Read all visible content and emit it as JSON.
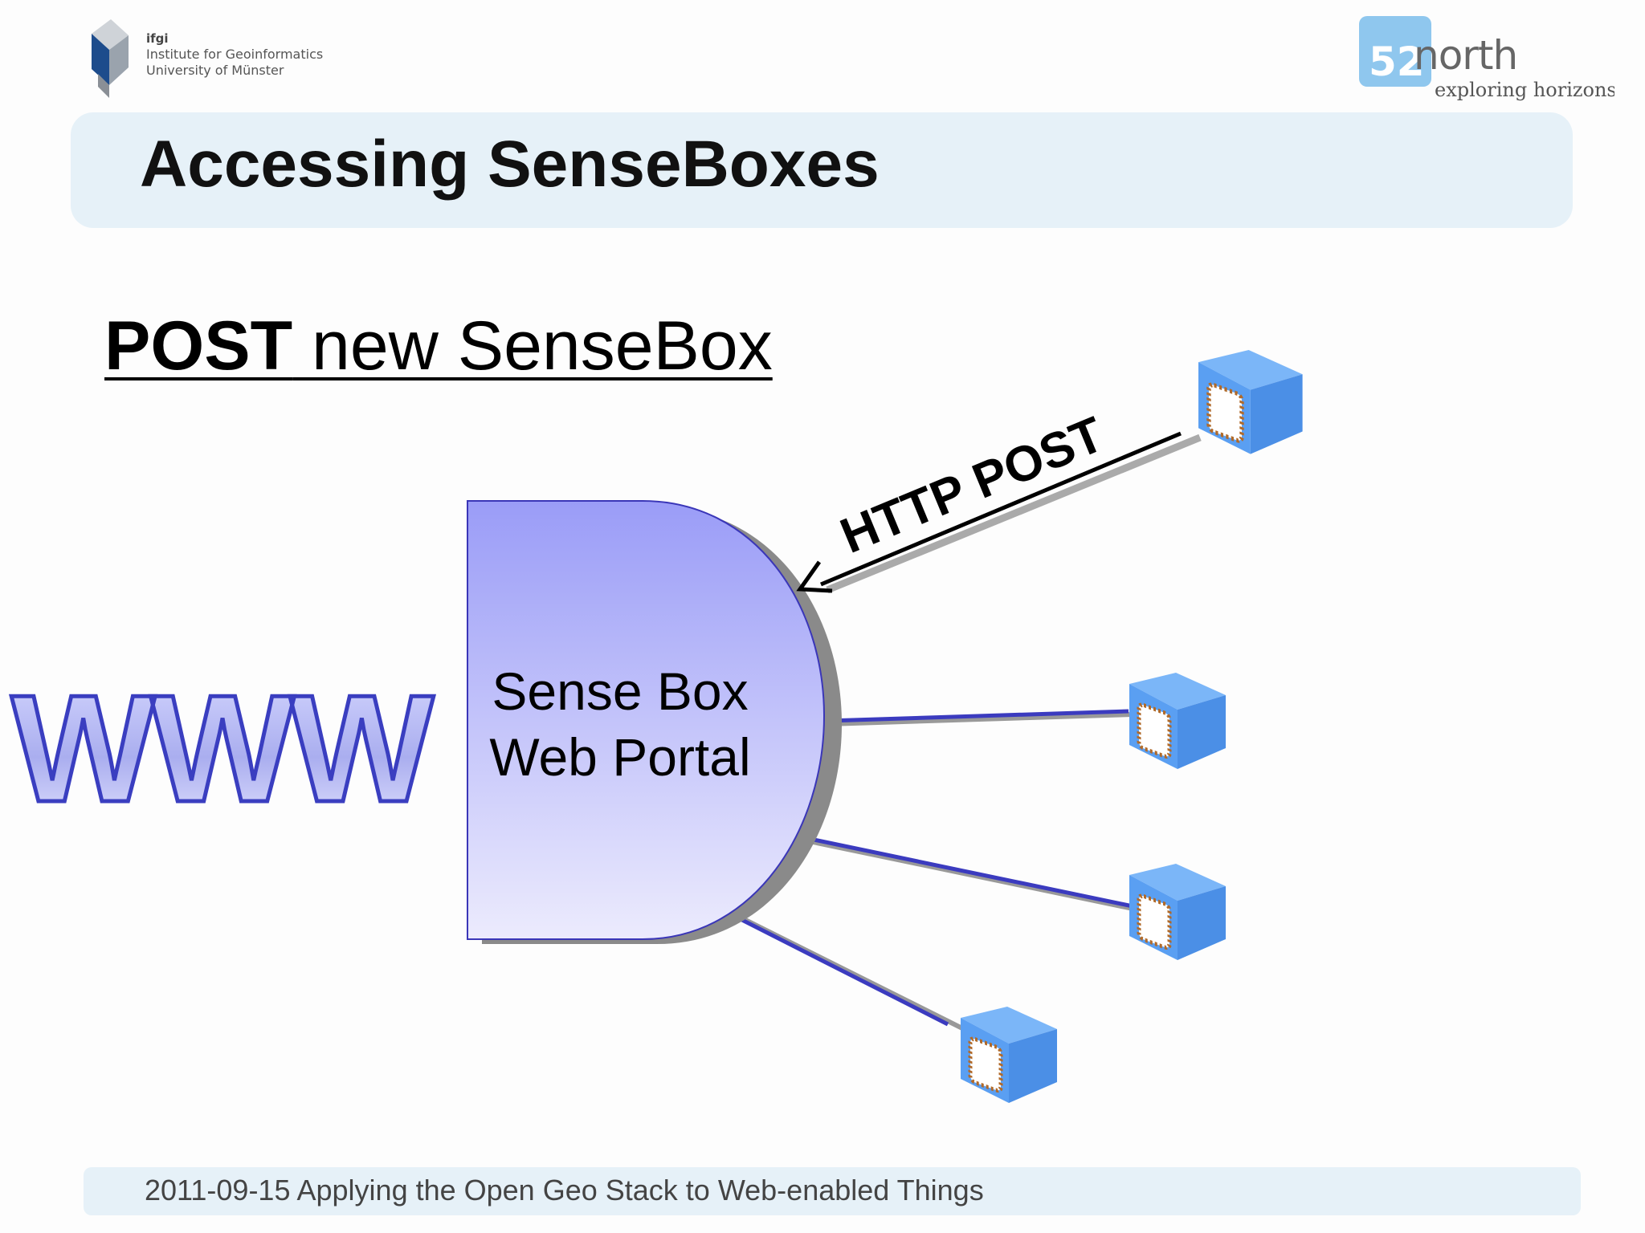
{
  "header": {
    "ifgi": {
      "short": "ifgi",
      "line1": "Institute for Geoinformatics",
      "line2": "University of Münster"
    },
    "north": {
      "brand_number": "52",
      "brand_word": "north",
      "tagline": "exploring horizons"
    }
  },
  "slide": {
    "title": "Accessing SenseBoxes",
    "subtitle_bold": "POST",
    "subtitle_rest": " new SenseBox"
  },
  "diagram": {
    "www_label": "WWW",
    "portal_line1": "Sense Box",
    "portal_line2": "Web Portal",
    "arrow_label": "HTTP POST",
    "colors": {
      "portal_top": "#9a9cf7",
      "portal_bottom": "#ecebfd",
      "line": "#3b3bbf",
      "cube_face": "#5aa0f3"
    }
  },
  "footer": {
    "text": "2011-09-15 Applying the Open Geo Stack to Web-enabled Things"
  }
}
